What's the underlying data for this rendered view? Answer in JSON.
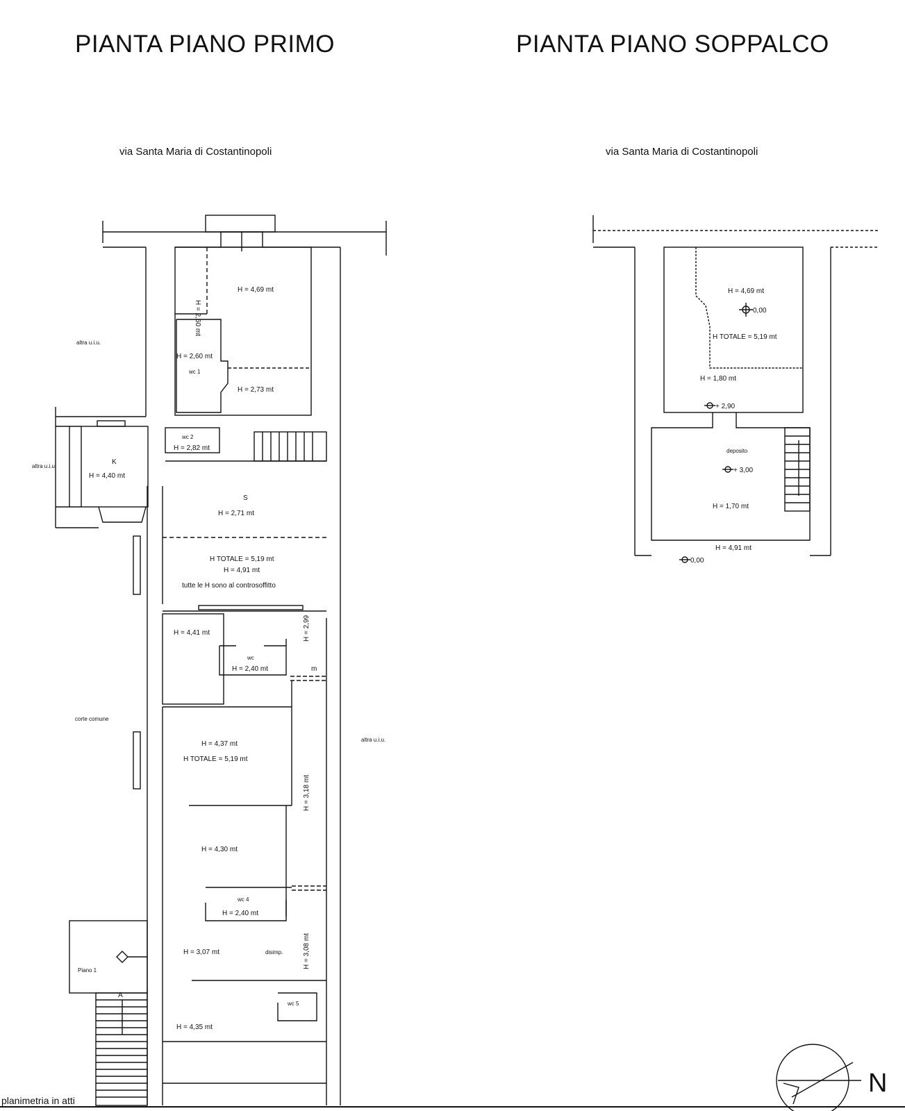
{
  "titles": {
    "first_floor": "PIANTA PIANO PRIMO",
    "mezzanine": "PIANTA PIANO SOPPALCO"
  },
  "street": {
    "first_floor": "via Santa Maria di Costantinopoli",
    "mezzanine": "via Santa Maria di Costantinopoli"
  },
  "first_floor_labels": {
    "h_260": "H = 2,60 mt",
    "h_469": "H = 4,69 mt",
    "altra_uiu_top": "altra u.i.u.",
    "h_260b": "H = 2,60 mt",
    "wc1": "wc 1",
    "h_273": "H = 2,73 mt",
    "wc2": "wc 2",
    "h_282": "H = 2,82 mt",
    "k": "K",
    "h_440": "H = 4,40 mt",
    "altra_uiu_left": "altra u.i.u.",
    "s": "S",
    "h_271": "H = 2,71 mt",
    "h_totale_1": "H TOTALE = 5,19 mt",
    "h_491": "H = 4,91 mt",
    "note": "tutte le H sono al controsoffitto",
    "h_441": "H = 4,41 mt",
    "wc3": "wc",
    "h_240": "H = 2,40 mt",
    "h_299": "H = 2,99",
    "m": "m",
    "corte_comune": "corte comune",
    "altra_uiu_right": "altra u.i.u.",
    "h_437": "H = 4,37 mt",
    "h_totale_2": "H TOTALE = 5,19 mt",
    "h_318": "H = 3,18 mt",
    "h_430": "H = 4,30 mt",
    "wc4": "wc 4",
    "h_240b": "H = 2,40 mt",
    "h_307": "H = 3,07 mt",
    "disimp": "disimp.",
    "h_308": "H = 3,08 mt",
    "piano": "Piano 1",
    "wc5": "wc 5",
    "h_435": "H = 4,35 mt",
    "stair_a": "A"
  },
  "mezzanine_labels": {
    "h_469": "H = 4,69 mt",
    "lvl_000a": "0,00",
    "h_totale": "H TOTALE = 5,19 mt",
    "h_180": "H = 1,80 mt",
    "lvl_290": "+ 2,90",
    "deposito": "deposito",
    "lvl_300": "+ 3,00",
    "h_170": "H = 1,70 mt",
    "h_491": "H = 4,91 mt",
    "lvl_000b": "0,00"
  },
  "north": "N",
  "footer": "planimetria in atti"
}
